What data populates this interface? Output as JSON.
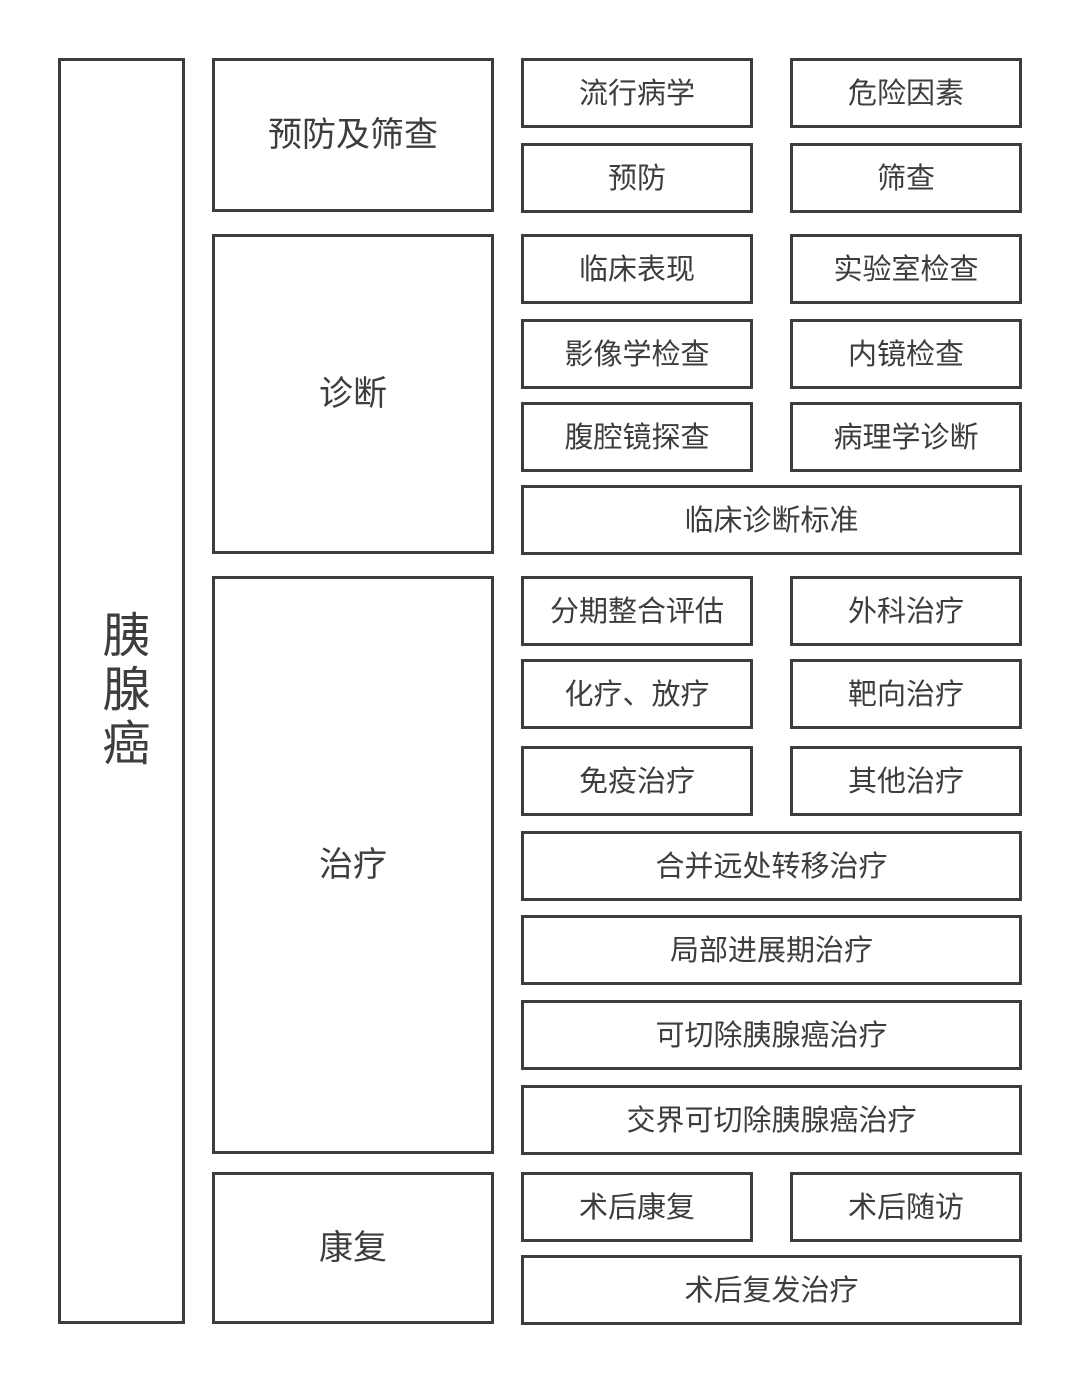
{
  "root": {
    "label": "胰腺癌"
  },
  "sections": [
    {
      "label": "预防及筛查",
      "items": [
        "流行病学",
        "危险因素",
        "预防",
        "筛查"
      ]
    },
    {
      "label": "诊断",
      "items": [
        "临床表现",
        "实验室检查",
        "影像学检查",
        "内镜检查",
        "腹腔镜探查",
        "病理学诊断",
        "临床诊断标准"
      ]
    },
    {
      "label": "治疗",
      "items": [
        "分期整合评估",
        "外科治疗",
        "化疗、放疗",
        "靶向治疗",
        "免疫治疗",
        "其他治疗",
        "合并远处转移治疗",
        "局部进展期治疗",
        "可切除胰腺癌治疗",
        "交界可切除胰腺癌治疗"
      ]
    },
    {
      "label": "康复",
      "items": [
        "术后康复",
        "术后随访",
        "术后复发治疗"
      ]
    }
  ]
}
